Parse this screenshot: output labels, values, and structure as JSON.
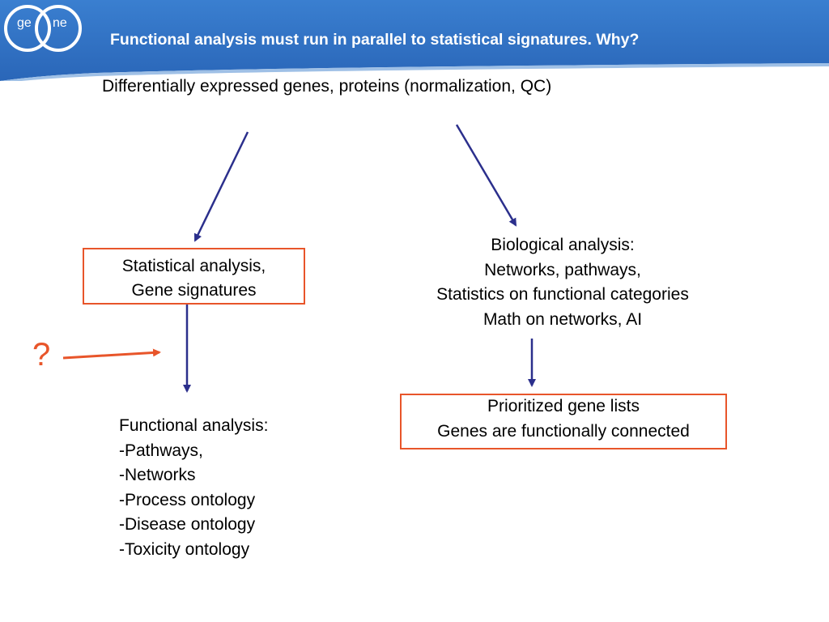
{
  "header": {
    "title": "Functional analysis must run in parallel to statistical signatures. Why?",
    "logo_text_left": "ge",
    "logo_text_right": "ne",
    "bg_color": "#2f6fc0",
    "swoosh_color": "#9fc0e6"
  },
  "subtitle": "Differentially expressed genes, proteins (normalization, QC)",
  "statistical_box": {
    "lines": [
      "Statistical analysis,",
      "Gene signatures"
    ]
  },
  "biological_block": {
    "lines": [
      "Biological analysis:",
      "Networks, pathways,",
      "Statistics on functional categories",
      "Math on networks, AI"
    ]
  },
  "prioritized_box": {
    "lines": [
      "Prioritized gene lists",
      "Genes are functionally connected"
    ]
  },
  "functional_block": {
    "lines": [
      "Functional analysis:",
      "-Pathways,",
      "-Networks",
      "-Process ontology",
      "-Disease ontology",
      "-Toxicity ontology"
    ]
  },
  "question_mark": "?",
  "colors": {
    "arrow_blue": "#2b2f8c",
    "accent_orange": "#e8552a"
  }
}
